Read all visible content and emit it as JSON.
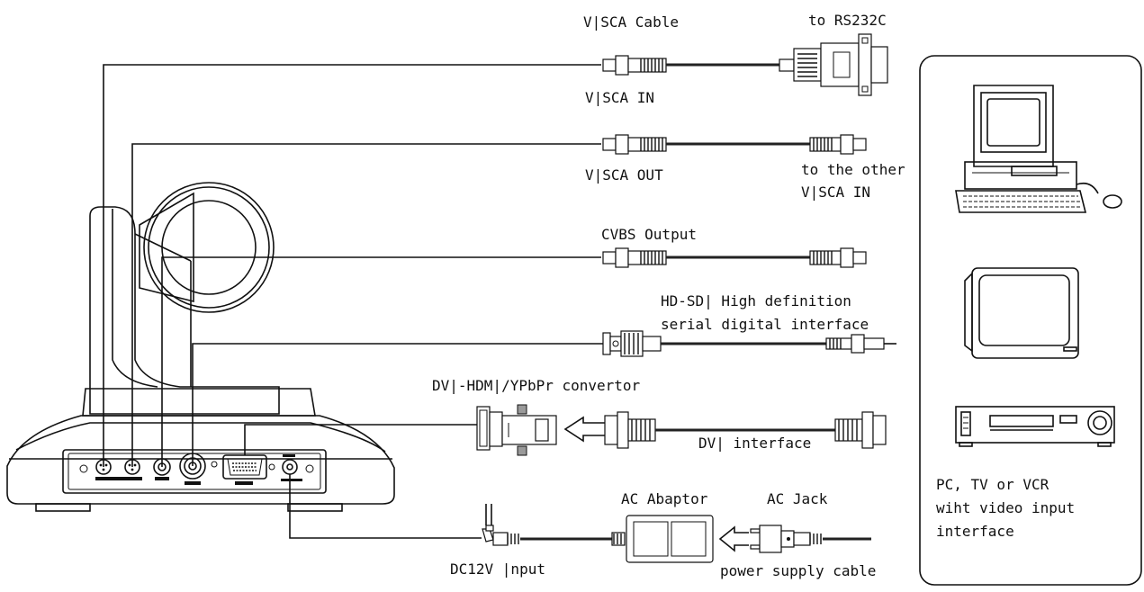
{
  "labels": {
    "visca_cable": "V|SCA Cable",
    "to_rs232c": "to RS232C",
    "visca_in": "V|SCA IN",
    "visca_out": "V|SCA OUT",
    "to_other_1": "to the other",
    "to_other_2": "V|SCA IN",
    "cvbs_output": "CVBS Output",
    "hdsdi_1": "HD-SD| High definition",
    "hdsdi_2": "serial digital interface",
    "dvi_convertor": "DV|-HDM|/YPbPr convertor",
    "dvi_interface": "DV| interface",
    "ac_adaptor": "AC Abaptor",
    "ac_jack": "AC Jack",
    "dc12v_input": "DC12V |nput",
    "power_cable": "power supply cable",
    "devices_1": "PC, TV or VCR",
    "devices_2": "wiht video input",
    "devices_3": "interface"
  }
}
